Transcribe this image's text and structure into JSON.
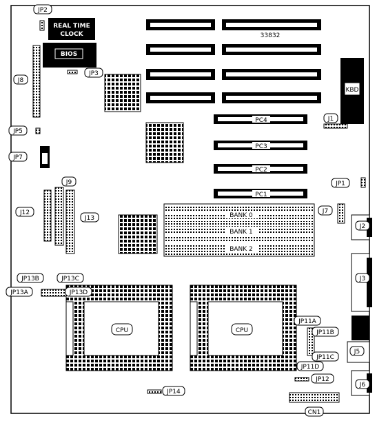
{
  "board": {
    "part_number": "33832",
    "chips": {
      "real_time_clock": "REAL TIME\nCLOCK",
      "bios": "BIOS",
      "kbd": "KBD"
    },
    "slots": {
      "pci": [
        "PC4",
        "PC3",
        "PC2",
        "PC1"
      ],
      "banks": [
        "BANK 0",
        "BANK 1",
        "BANK 2"
      ]
    },
    "cpus": [
      "CPU",
      "CPU"
    ],
    "callouts": [
      "JP2",
      "J8",
      "JP3",
      "JP5",
      "JP7",
      "J1",
      "JP1",
      "J9",
      "J12",
      "J13",
      "J7",
      "J2",
      "J3",
      "JP13B",
      "JP13C",
      "JP13A",
      "JP13D",
      "JP11A",
      "JP11B",
      "J5",
      "JP11C",
      "JP11D",
      "JP12",
      "J6",
      "JP14",
      "CN1"
    ]
  },
  "colors": {
    "ink": "#000000",
    "paper": "#ffffff"
  }
}
